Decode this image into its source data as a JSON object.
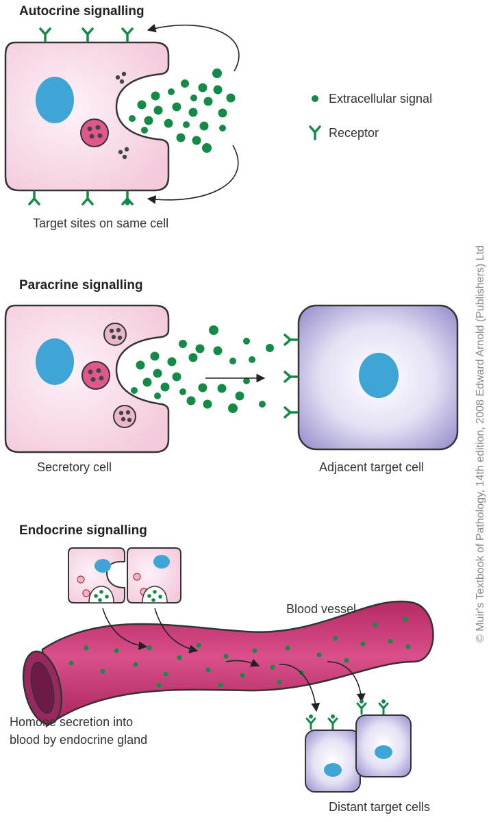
{
  "autocrine": {
    "title": "Autocrine signalling",
    "target_label": "Target sites on same cell"
  },
  "legend": {
    "signal": "Extracellular signal",
    "receptor": "Receptor"
  },
  "paracrine": {
    "title": "Paracrine signalling",
    "secretory_label": "Secretory cell",
    "target_label": "Adjacent target cell"
  },
  "endocrine": {
    "title": "Endocrine signalling",
    "vessel_label": "Blood vessel",
    "secretion_label_line1": "Homone secretion into",
    "secretion_label_line2": "blood by endocrine gland",
    "distant_label": "Distant target cells"
  },
  "credit": "© Muir's Textbook of Pathology, 14th edition, 2008 Edward Arnold (Publishers) Ltd",
  "colors": {
    "signal": "#138a45",
    "receptor": "#138a45",
    "nucleus": "#3fa5d6",
    "secretory_cell": "#f5d6e4",
    "target_cell": "#b9b3de",
    "vesicle": "#e0578c",
    "vessel": "#c73872"
  }
}
